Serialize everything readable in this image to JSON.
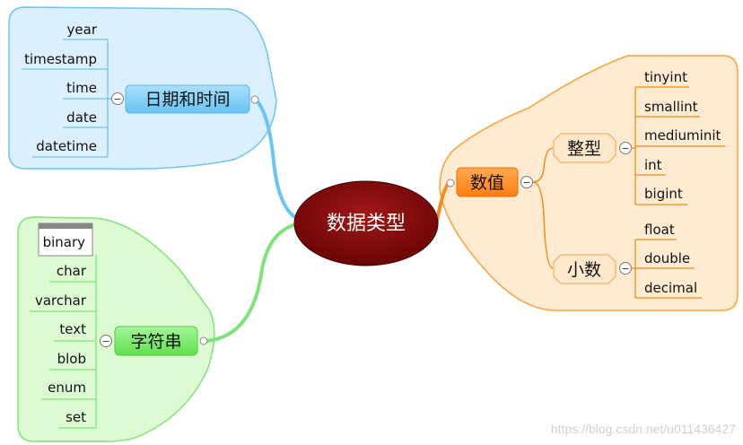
{
  "central": {
    "label": "数据类型"
  },
  "branches": {
    "datetime": {
      "label": "日期和时间",
      "items": [
        "year",
        "timestamp",
        "time",
        "date",
        "datetime"
      ],
      "colors": {
        "fill": "#dcefff",
        "border": "#6fc3f0",
        "node": "#8ad0f7",
        "line": "#6cc5ef"
      }
    },
    "string": {
      "label": "字符串",
      "items": [
        "binary",
        "char",
        "varchar",
        "text",
        "blob",
        "enum",
        "set"
      ],
      "colors": {
        "fill": "#ddfad3",
        "border": "#7fe37a",
        "node": "#6fe85b",
        "line": "#7fe37a"
      }
    },
    "numeric": {
      "label": "数值",
      "colors": {
        "fill": "#ffebd1",
        "border": "#f6a23a",
        "node": "#ff8a1e",
        "line": "#f28c1d"
      },
      "groups": [
        {
          "label": "整型",
          "items": [
            "tinyint",
            "smallint",
            "mediuminit",
            "int",
            "bigint"
          ]
        },
        {
          "label": "小数",
          "items": [
            "float",
            "double",
            "decimal"
          ]
        }
      ]
    }
  },
  "collapse_symbol": "−",
  "watermark": "https://blog.csdn.net/u011436427"
}
